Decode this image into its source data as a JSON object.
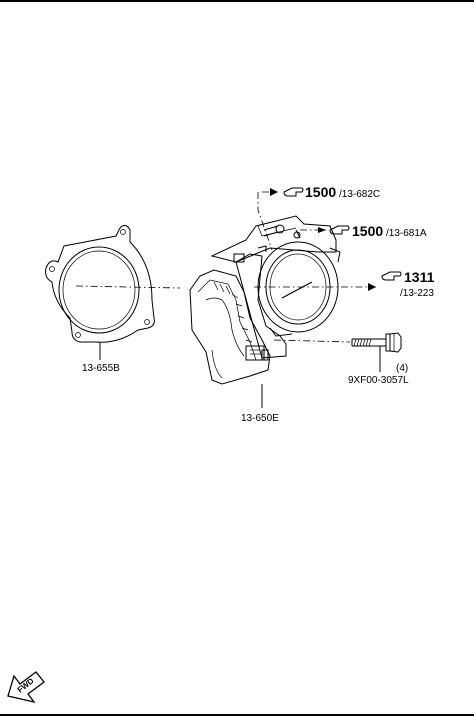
{
  "callouts": {
    "ref_1500_a": {
      "number": "1500",
      "ref": "/13-682C"
    },
    "ref_1500_b": {
      "number": "1500",
      "ref": "/13-681A"
    },
    "ref_1311": {
      "number": "1311",
      "ref": "/13-223"
    }
  },
  "parts": {
    "gasket": "13-655B",
    "throttle_body": "13-650E",
    "bolt": "9XF00-3057L",
    "bolt_qty": "(4)"
  },
  "direction_badge": "FWD"
}
